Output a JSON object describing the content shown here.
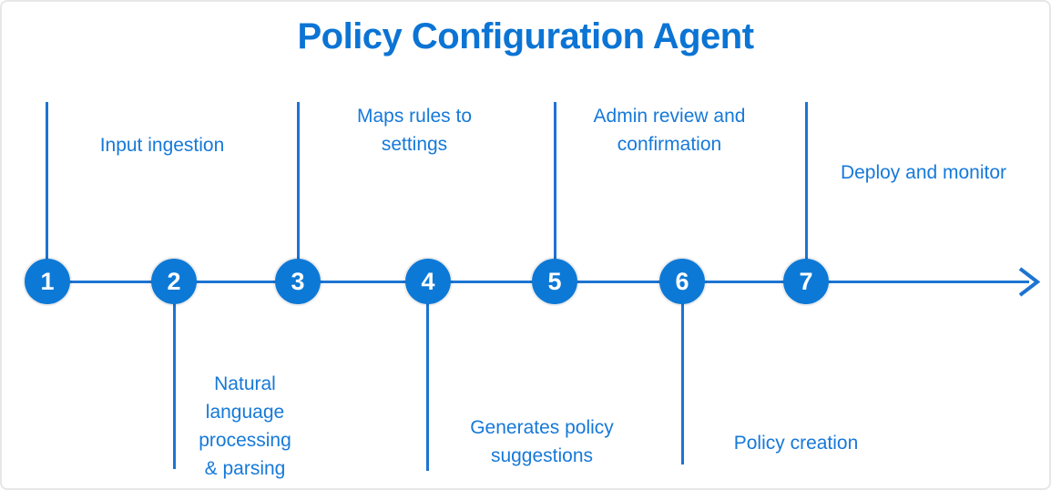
{
  "title": "Policy Configuration Agent",
  "colors": {
    "title_blue": "#0b74d4",
    "label_blue": "#1679d9",
    "line_blue": "#1d74d1",
    "accent_blue": "#0d79d6",
    "canvas_border": "#e7e7e7"
  },
  "timeline": {
    "direction": "left-to-right",
    "steps": [
      {
        "number": "1",
        "label": "Input ingestion",
        "side": "above"
      },
      {
        "number": "2",
        "label": "Natural\nlanguage\nprocessing\n& parsing",
        "side": "below"
      },
      {
        "number": "3",
        "label": "Maps rules to\nsettings",
        "side": "above"
      },
      {
        "number": "4",
        "label": "Generates policy\nsuggestions",
        "side": "below"
      },
      {
        "number": "5",
        "label": "Admin review and\nconfirmation",
        "side": "above"
      },
      {
        "number": "6",
        "label": "Policy creation",
        "side": "below"
      },
      {
        "number": "7",
        "label": "Deploy and monitor",
        "side": "above"
      }
    ]
  }
}
